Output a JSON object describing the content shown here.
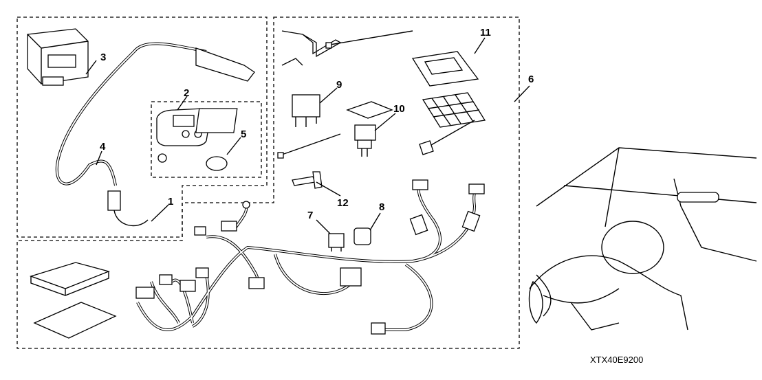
{
  "diagram": {
    "callouts": [
      "1",
      "2",
      "3",
      "4",
      "5",
      "6",
      "7",
      "8",
      "9",
      "10",
      "11",
      "12"
    ],
    "figure_code": "XTX40E9200"
  }
}
